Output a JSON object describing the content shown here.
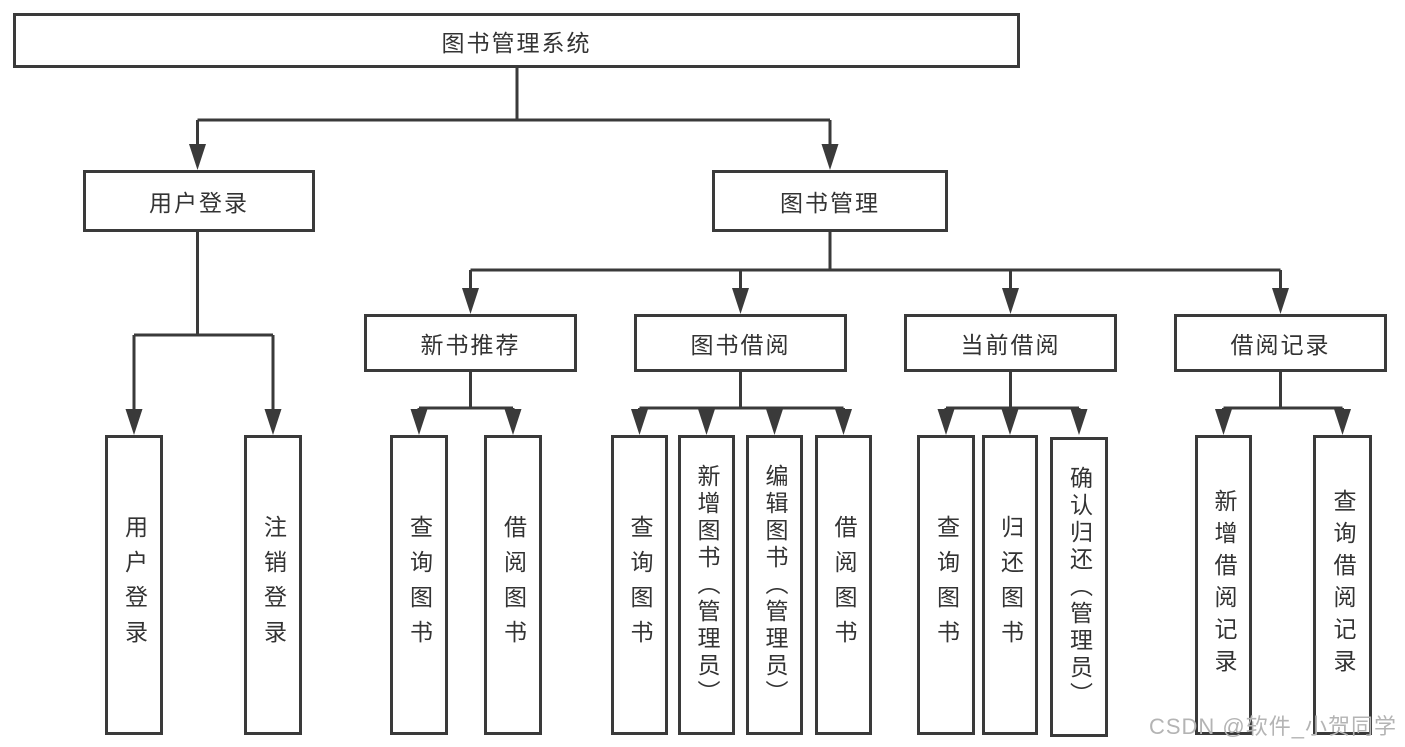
{
  "diagram_title": "图书管理系统",
  "nodes": {
    "root": "图书管理系统",
    "user_login": "用户登录",
    "book_management": "图书管理",
    "new_book_recommend": "新书推荐",
    "book_borrowing": "图书借阅",
    "current_borrowing": "当前借阅",
    "borrowing_records": "借阅记录",
    "login_user_login": "用户登录",
    "login_logout": "注销登录",
    "recommend_query_books": "查询图书",
    "recommend_borrow_books": "借阅图书",
    "borrowing_query_books": "查询图书",
    "borrowing_add_books_admin": "新增图书（管理员）",
    "borrowing_edit_books_admin": "编辑图书（管理员）",
    "borrowing_borrow_books": "借阅图书",
    "current_query_books": "查询图书",
    "current_return_books": "归还图书",
    "current_confirm_return_admin": "确认归还（管理员）",
    "records_add_record": "新增借阅记录",
    "records_query_record": "查询借阅记录"
  },
  "watermark": "CSDN @软件_小贺同学",
  "colors": {
    "line": "#3a3a3a",
    "text": "#333333",
    "watermark": "#b4b4b4",
    "background": "#ffffff"
  }
}
